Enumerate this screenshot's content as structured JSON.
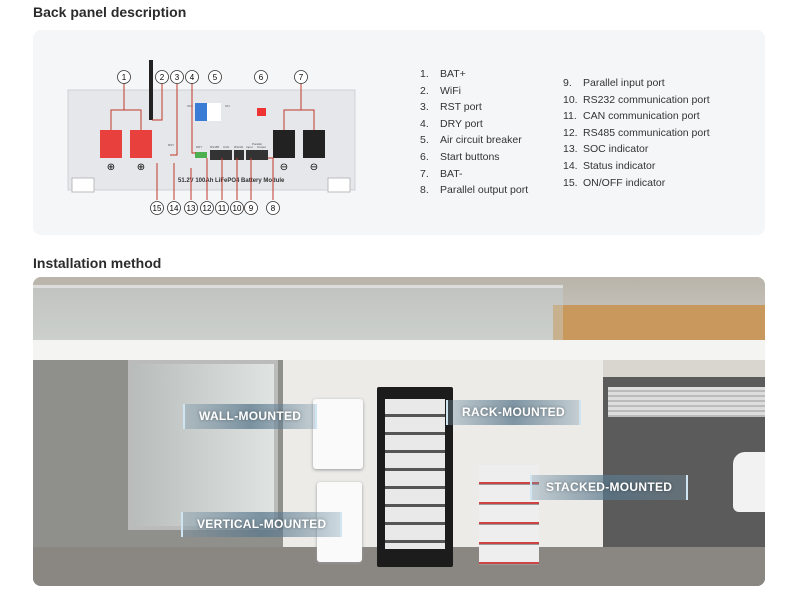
{
  "back_panel": {
    "title": "Back panel description",
    "module_label": "51.2V 100Ah LiFePO4 Battery Module",
    "small_labels": {
      "off": "OFF",
      "on": "ON",
      "rst": "RST",
      "dry": "DRY",
      "rs485": "RS485",
      "can": "CAN",
      "rs232": "RS232",
      "parallel": "Parallel",
      "input": "Input",
      "output": "Output"
    },
    "callouts_top": [
      "1",
      "2",
      "3",
      "4",
      "5",
      "6",
      "7"
    ],
    "callouts_bottom": [
      "15",
      "14",
      "13",
      "12",
      "11",
      "10",
      "9",
      "8"
    ],
    "legend_left": [
      {
        "num": "1.",
        "text": "BAT+"
      },
      {
        "num": "2.",
        "text": "WiFi"
      },
      {
        "num": "3.",
        "text": "RST port"
      },
      {
        "num": "4.",
        "text": "DRY port"
      },
      {
        "num": "5.",
        "text": "Air circuit breaker"
      },
      {
        "num": "6.",
        "text": "Start buttons"
      },
      {
        "num": "7.",
        "text": "BAT-"
      },
      {
        "num": "8.",
        "text": "Parallel output port"
      }
    ],
    "legend_right": [
      {
        "num": "9.",
        "text": "Parallel input port"
      },
      {
        "num": "10.",
        "text": "RS232 communication port"
      },
      {
        "num": "11.",
        "text": "CAN communication port"
      },
      {
        "num": "12.",
        "text": "RS485 communication port"
      },
      {
        "num": "13.",
        "text": "SOC indicator"
      },
      {
        "num": "14.",
        "text": "Status indicator"
      },
      {
        "num": "15.",
        "text": "ON/OFF indicator"
      }
    ]
  },
  "installation": {
    "title": "Installation method",
    "labels": {
      "wall": "WALL-MOUNTED",
      "rack": "RACK-MOUNTED",
      "stacked": "STACKED-MOUNTED",
      "vertical": "VERTICAL-MOUNTED"
    }
  },
  "colors": {
    "terminal_pos": "#e8403c",
    "terminal_neg": "#222222",
    "callout": "#c0392b"
  }
}
